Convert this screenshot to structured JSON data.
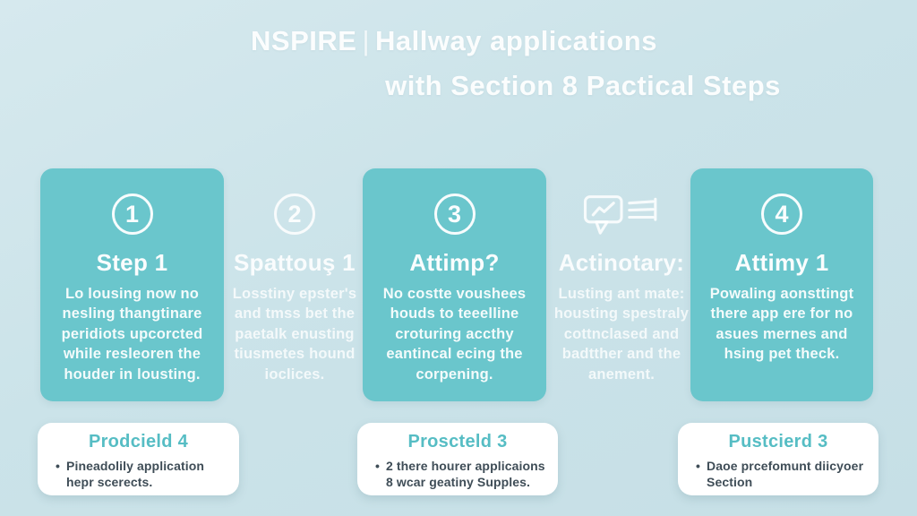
{
  "title": {
    "part1": "NSPIRE",
    "separator": "|",
    "part2": "Hallway applications",
    "line2": "with Section 8 Pactical Steps"
  },
  "colors": {
    "background": "#cbe3e9",
    "card_teal": "#6ac6cc",
    "accent_teal": "#56bdc4",
    "body_dark": "#3f4d57",
    "text_white": "#ffffff"
  },
  "columns": [
    {
      "style": "card",
      "badge": "1",
      "heading": "Step 1",
      "body": "Lo lousing now no nesling thangtinare peridiots upcorcted while resleoren the houder in lousting."
    },
    {
      "style": "ghost",
      "badge": "2",
      "heading": "Spattouş 1",
      "body": "Losstiny epster's and tmss bet the paetalk enusting tiusmetes hound ioclices."
    },
    {
      "style": "card",
      "badge": "3",
      "heading": "Attimp?",
      "body": "No costte voushees houds to teeelline croturing accthy eantincal ecing the corpening."
    },
    {
      "style": "ghost",
      "badge": "",
      "icon": "chat-chart-list-icon",
      "heading": "Actinotary:",
      "body": "Lusting ant mate: housting spestraly cottnclased and badtther and the anement."
    },
    {
      "style": "card",
      "badge": "4",
      "heading": "Attimy 1",
      "body": "Powaling aonsttingt there app ere for no asues mernes and hsing pet theck."
    }
  ],
  "footer": {
    "bullet_marker": "•",
    "boxes": [
      {
        "title": "Prodcield 4",
        "bullet": "Pineadolily application hepr scerects."
      },
      {
        "title": "Proscteld 3",
        "bullet": "2 there hourer applicaions 8 wcar geatiny Supples."
      },
      {
        "title": "Pustcierd 3",
        "bullet": "Daoe prcefomunt diicyoer Section"
      }
    ]
  }
}
